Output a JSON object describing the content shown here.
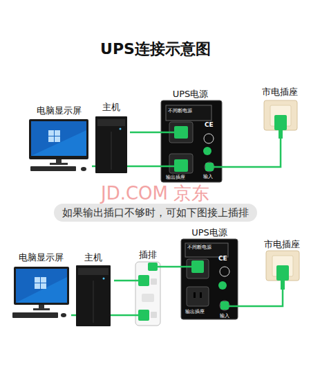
{
  "diagram": {
    "title": "UPS连接示意图",
    "nodes": [
      {
        "text": [
          "电脑显示屏"
        ]
      },
      {
        "text": [
          "主机"
        ]
      },
      {
        "text": [
          "UPS电源",
          "不间断电源",
          "输出插座",
          "输入"
        ]
      },
      {
        "text": [
          "市电插座"
        ]
      },
      {
        "text": [
          "如果输出插口不够时，可如下图接上插排"
        ]
      },
      {
        "text": [
          "电脑显示屏"
        ]
      },
      {
        "text": [
          "主机"
        ]
      },
      {
        "text": [
          "插排"
        ]
      },
      {
        "text": [
          "UPS电源",
          "不间断电源",
          "输出插座",
          "输入"
        ]
      },
      {
        "text": [
          "市电插座"
        ]
      }
    ],
    "edges": [
      {
        "from": 1,
        "to": 2,
        "arrow": "none"
      },
      {
        "from": 0,
        "to": 2,
        "arrow": "none"
      },
      {
        "from": 2,
        "to": 3,
        "arrow": "none"
      },
      {
        "from": 6,
        "to": 7,
        "arrow": "none"
      },
      {
        "from": 5,
        "to": 7,
        "arrow": "none"
      },
      {
        "from": 7,
        "to": 8,
        "arrow": "none"
      },
      {
        "from": 8,
        "to": 9,
        "arrow": "none"
      }
    ],
    "labels": [
      "JD.COM 京东",
      "CE",
      "CE"
    ]
  }
}
